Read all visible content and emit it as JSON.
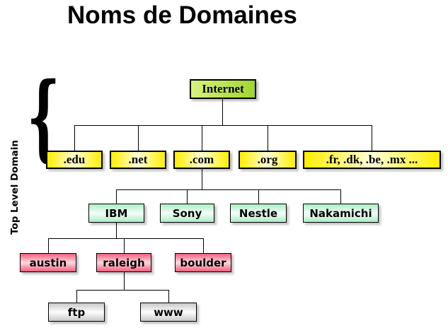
{
  "title": "Noms de Domaines",
  "side_label": "Top Level Domain",
  "brace_glyph": "{",
  "nodes": {
    "internet": "Internet",
    "edu": ".edu",
    "net": ".net",
    "com": ".com",
    "org": ".org",
    "intl": ".fr, .dk, .be, .mx ...",
    "ibm": "IBM",
    "sony": "Sony",
    "nestle": "Nestle",
    "nakamichi": "Nakamichi",
    "austin": "austin",
    "raleigh": "raleigh",
    "boulder": "boulder",
    "ftp": "ftp",
    "www": "www"
  },
  "tree": {
    "Internet": {
      ".edu": {},
      ".net": {},
      ".com": {
        "IBM": {
          "austin": {},
          "raleigh": {
            "ftp": {},
            "www": {}
          },
          "boulder": {}
        },
        "Sony": {},
        "Nestle": {},
        "Nakamichi": {}
      },
      ".org": {},
      ".fr, .dk, .be, .mx ...": {}
    }
  },
  "colors": {
    "green-light": "#d9f37f",
    "green-dark": "#9fd42e",
    "yellow": "#ffee00",
    "yellow-light": "#ffffd9",
    "mint": "#aaeec6",
    "mint-light": "#f4fef9",
    "pink": "#ef5f7f",
    "pink-light": "#ffd9de",
    "gray": "#c9c9c9",
    "gray-light": "#fcfcfc",
    "line": "#000000",
    "text": "#000000"
  }
}
